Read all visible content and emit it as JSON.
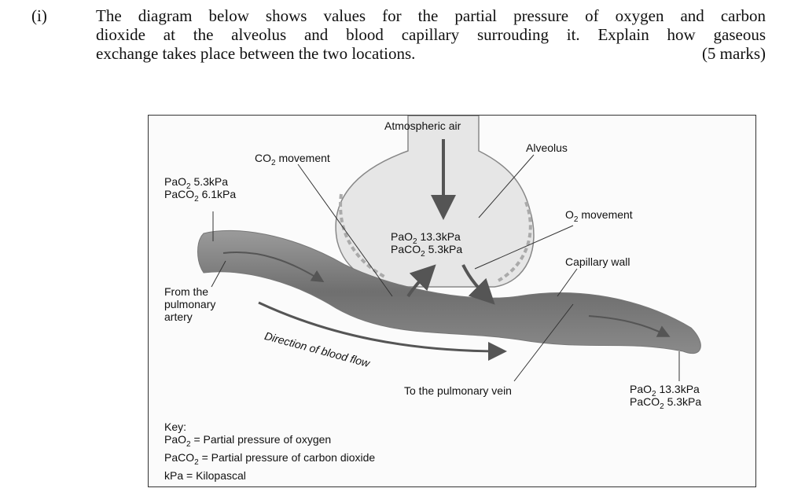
{
  "question": {
    "number": "(i)",
    "lines": [
      "The diagram below shows values for the partial pressure of oxygen and carbon",
      "dioxide at the alveolus and blood capillary surrouding it.  Explain how gaseous",
      "exchange takes place between the two locations."
    ],
    "marks": "(5 marks)"
  },
  "diagram": {
    "atmospheric_air": "Atmospheric air",
    "alveolus": "Alveolus",
    "co2_movement": "CO",
    "co2_movement_sub": "2",
    "co2_movement_rest": " movement",
    "o2_movement": "O",
    "o2_movement_sub": "2",
    "o2_movement_rest": " movement",
    "capillary_wall": "Capillary wall",
    "from_artery": [
      "From the",
      "pulmonary",
      "artery"
    ],
    "direction": "Direction of blood flow",
    "to_vein": "To the pulmonary vein",
    "artery_values": {
      "pao2": "5.3kPa",
      "paco2": "6.1kPa"
    },
    "alveolus_values": {
      "pao2": "13.3kPa",
      "paco2": "5.3kPa"
    },
    "vein_values": {
      "pao2": "13.3kPa",
      "paco2": "5.3kPa"
    },
    "pao_prefix": "PaO",
    "paco_prefix": "PaCO",
    "sub2": "2",
    "key": {
      "title": "Key:",
      "pao2_def": "= Partial pressure of oxygen",
      "paco2_def": "= Partial pressure of carbon dioxide",
      "kpa": "kPa = Kilopascal"
    }
  }
}
